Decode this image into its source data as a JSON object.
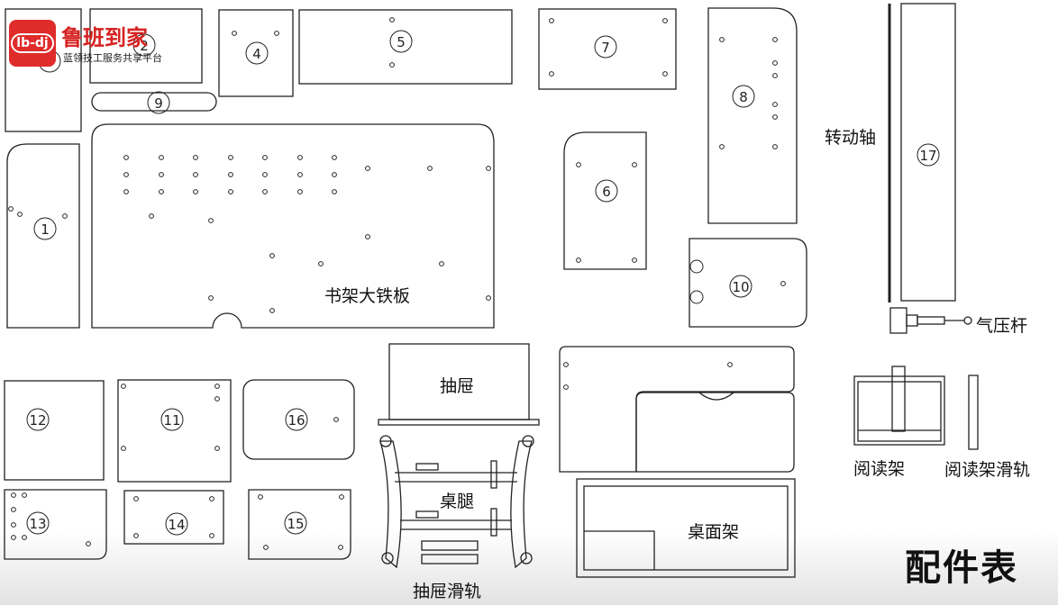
{
  "logo": {
    "badge_text": "lb-dj",
    "brand_name": "鲁班到家",
    "tagline": "蓝领技工服务共享平台"
  },
  "parts": {
    "p1": "1",
    "p2": "2",
    "p3": "3",
    "p4": "4",
    "p5": "5",
    "p6": "6",
    "p7": "7",
    "p8": "8",
    "p9": "9",
    "p10": "10",
    "p11": "11",
    "p12": "12",
    "p13": "13",
    "p14": "14",
    "p15": "15",
    "p16": "16",
    "p17": "17"
  },
  "labels": {
    "bookshelf_iron_plate": "书架大铁板",
    "rotating_shaft": "转动轴",
    "gas_strut": "气压杆",
    "drawer": "抽屉",
    "desk_leg": "桌腿",
    "drawer_slide": "抽屉滑轨",
    "desktop_frame": "桌面架",
    "reading_stand": "阅读架",
    "reading_stand_slide": "阅读架滑轨",
    "parts_list": "配件表"
  }
}
